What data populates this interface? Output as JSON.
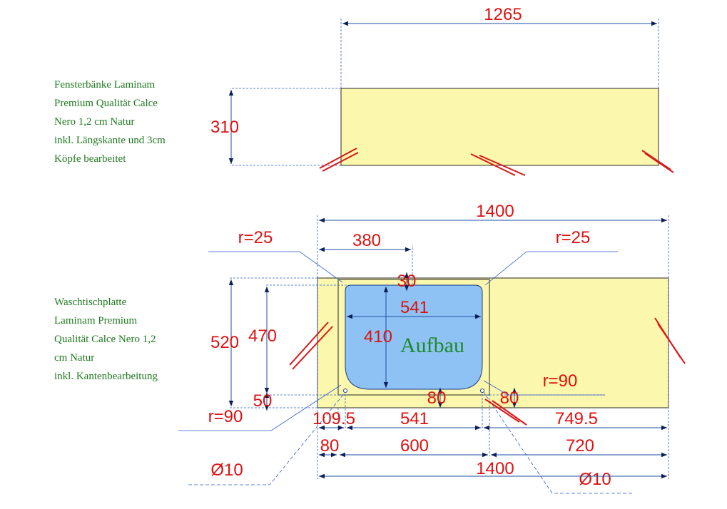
{
  "colors": {
    "dimension_text": "#dd1111",
    "dimension_line": "#1a4fa0",
    "leader_line": "#2b5bd0",
    "slab_fill": "#fbf7ad",
    "slab_outline": "#2a2a2a",
    "sink_fill": "#8ec2f4",
    "sink_outline": "#1a3a8a",
    "break_mark": "#d81818",
    "note_text": "#1f7a1f"
  },
  "window_sill": {
    "note_lines": [
      "Fensterbänke Laminam",
      "Premium Qualität Calce",
      "Nero 1,2 cm Natur",
      "inkl. Längskante und 3cm",
      "Köpfe bearbeitet"
    ],
    "width": "1265",
    "depth": "310"
  },
  "vanity_top": {
    "note_lines": [
      "Waschtischplatte",
      "Laminam Premium",
      "Qualität Calce Nero 1,2",
      "cm Natur",
      "inkl. Kantenbearbeitung"
    ],
    "sink_label": "Aufbau",
    "dims": {
      "total_width_top": "1400",
      "offset_left": "380",
      "radius_top_left": "r=25",
      "radius_top_right": "r=25",
      "inset_top": "30",
      "sink_width_inner": "541",
      "sink_depth_inner": "410",
      "depth_total": "520",
      "depth_inner": "470",
      "inset_bottom": "50",
      "radius_bottom_left": "r=90",
      "radius_bottom_right": "r=90",
      "hole_offset_left": "80",
      "hole_offset_right": "80",
      "left_margin": "109.5",
      "sink_width_bottom": "541",
      "right_margin": "749.5",
      "cabinet_left": "80",
      "cabinet_width": "600",
      "cabinet_right": "720",
      "total_width_bottom": "1400",
      "hole_diameter_left": "Ø10",
      "hole_diameter_right": "Ø10"
    }
  }
}
